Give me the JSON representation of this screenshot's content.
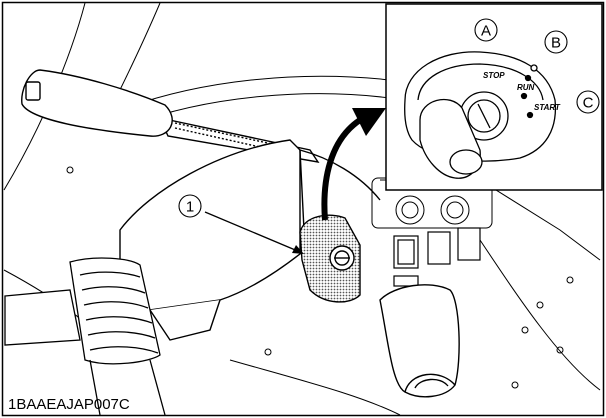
{
  "figure": {
    "code": "1BAAEAJAP007C",
    "callout_1": "1",
    "callout_a": "A",
    "callout_b": "B",
    "callout_c": "C",
    "positions": {
      "stop": "STOP",
      "run": "RUN",
      "start": "START"
    }
  },
  "colors": {
    "line": "#000000",
    "shade": "#9a9a9a",
    "background": "#ffffff"
  }
}
